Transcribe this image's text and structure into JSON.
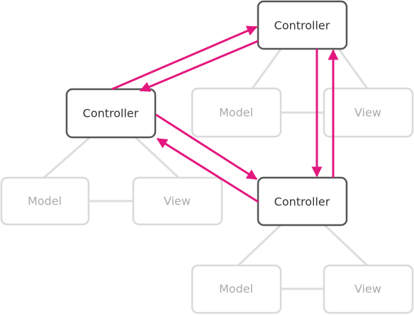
{
  "labels": {
    "controller": "Controller",
    "model": "Model",
    "view": "View"
  },
  "colors": {
    "controller_border": "#555555",
    "controller_text": "#333333",
    "faded_border": "#d9d9d9",
    "faded_text": "#aaaaaa",
    "connector": "#dddddd",
    "arrow": "#e4177f"
  }
}
